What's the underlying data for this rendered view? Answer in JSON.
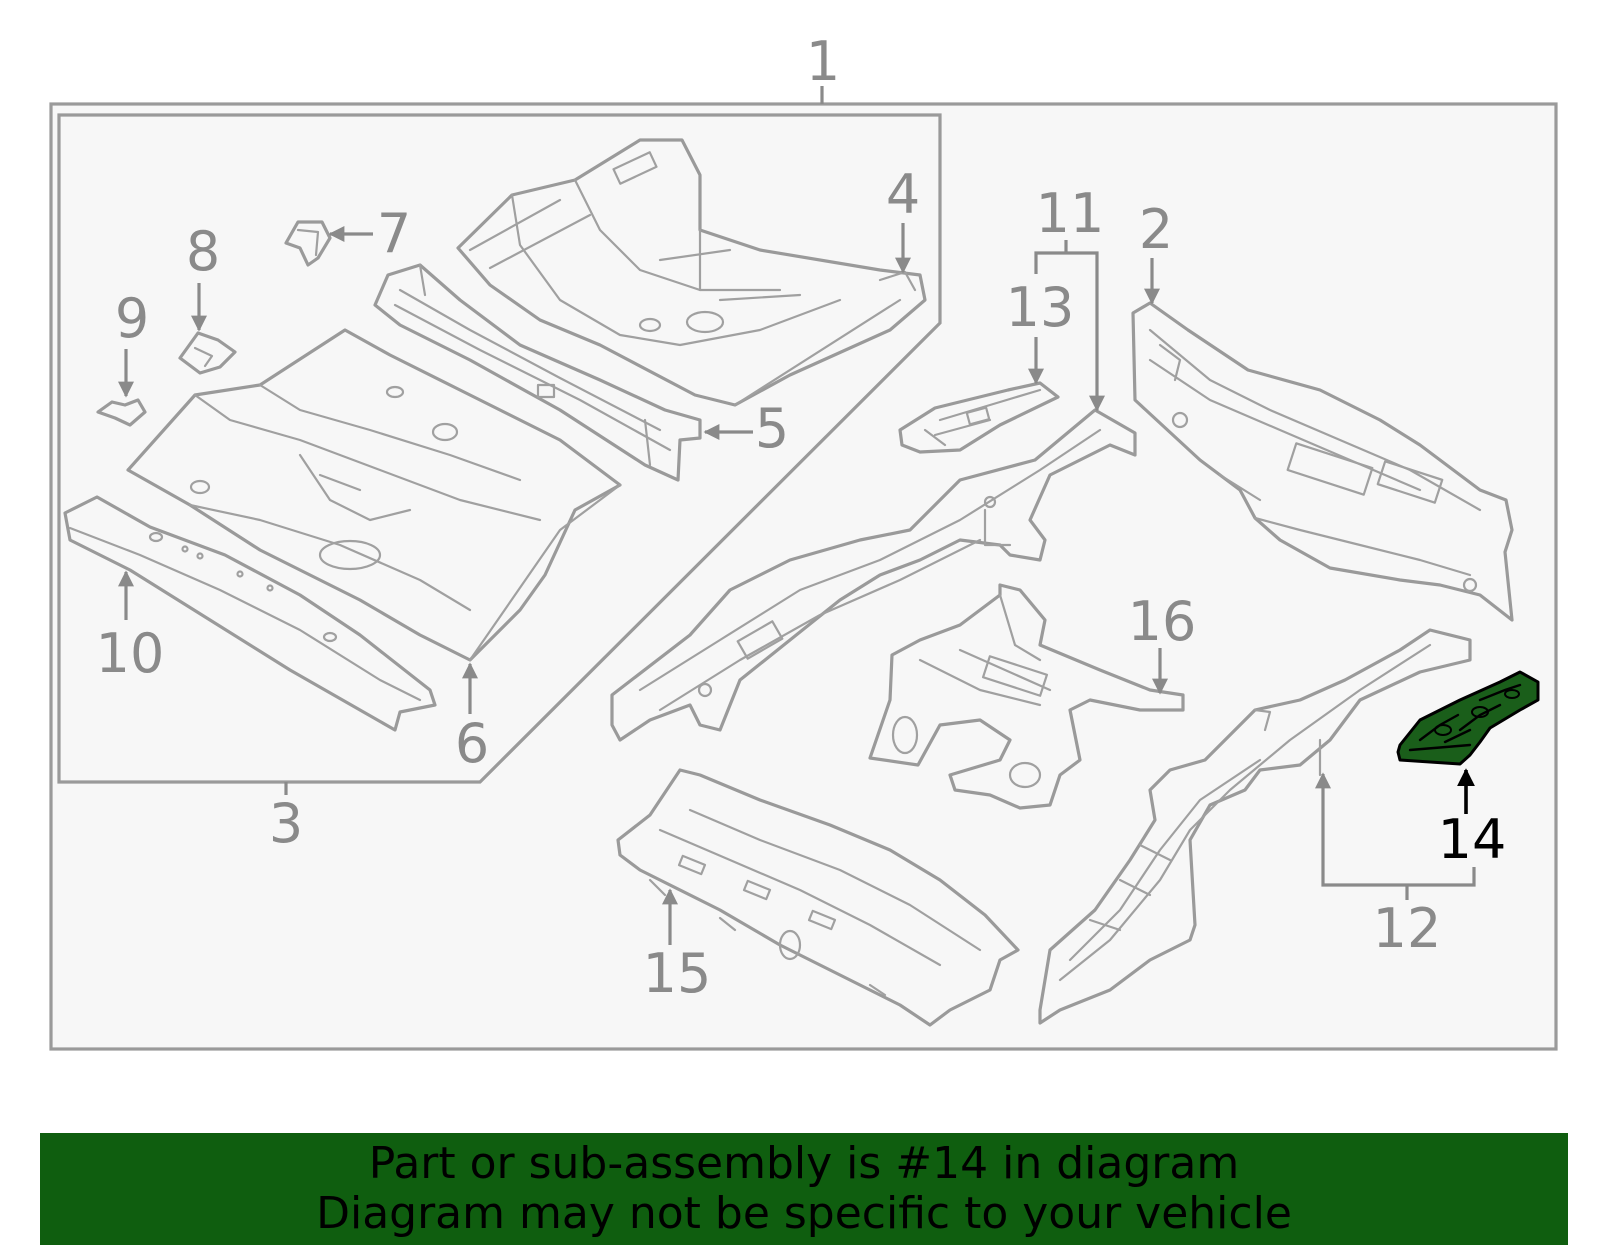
{
  "callouts": {
    "c1": "1",
    "c2": "2",
    "c3": "3",
    "c4": "4",
    "c5": "5",
    "c6": "6",
    "c7": "7",
    "c8": "8",
    "c9": "9",
    "c10": "10",
    "c11": "11",
    "c12": "12",
    "c13": "13",
    "c14": "14",
    "c15": "15",
    "c16": "16"
  },
  "highlight": {
    "part": "14",
    "fill_color": "#1a5e1a",
    "outline_color": "#000000"
  },
  "colors": {
    "banner_bg": "#0f5e0f",
    "banner_text": "#000000",
    "line_gray": "#9a9a9a",
    "panel_bg": "#f7f7f7"
  },
  "banner": {
    "line1": "Part or sub-assembly is #14 in diagram",
    "line2": "Diagram may not be specific to your vehicle"
  }
}
